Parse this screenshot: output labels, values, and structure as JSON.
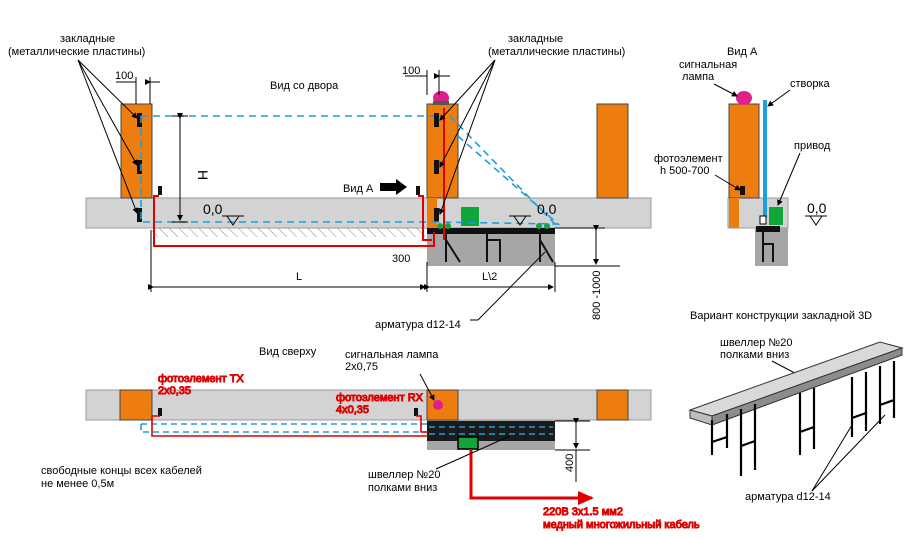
{
  "colors": {
    "pillar": "#ee7d10",
    "pillar_stroke": "#444444",
    "concrete": "#d3d3d3",
    "foundation": "#a6a6a6",
    "cable_blue": "#1aa0e0",
    "cable_red": "#e00000",
    "drive": "#12a53a",
    "lamp": "#e0208a",
    "plate": "#111111",
    "sash": "#1aa0e0"
  },
  "labels": {
    "embedded_left_1": "закладные",
    "embedded_left_2": "(металлические пластины)",
    "embedded_right_1": "закладные",
    "embedded_right_2": "(металлические пластины)",
    "dim_100_left": "100",
    "dim_100_right": "100",
    "view_from_yard": "Вид со двора",
    "H": "H",
    "view_a_arrow": "Вид А",
    "zero_left": "0,0",
    "zero_right": "0,0",
    "dim_300": "300",
    "L": "L",
    "L_half": "L\\2",
    "dim_800_1000": "800 -1000",
    "rebar_main": "арматура d12-14",
    "view_a_title": "Вид А",
    "signal_lamp_1": "сигнальная",
    "signal_lamp_2": "лампа",
    "sash": "створка",
    "photo_1": "фотоэлемент",
    "photo_2": "h 500-700",
    "drive": "привод",
    "zero_a": "0,0",
    "variant_3d": "Вариант конструкции закладной 3D",
    "channel_3d_1": "швеллер №20",
    "channel_3d_2": "полками вниз",
    "rebar_3d": "арматура d12-14",
    "view_top": "Вид сверху",
    "photo_tx_1": "фотоэлемент TX",
    "photo_tx_2": "2x0,35",
    "lamp_top_1": "сигнальная лампа",
    "lamp_top_2": "2x0,75",
    "photo_rx_1": "фотоэлемент RX",
    "photo_rx_2": "4x0,35",
    "dim_400": "400",
    "free_ends_1": "свободные концы всех кабелей",
    "free_ends_2": "не менее 0,5м",
    "channel_top_1": "швеллер №20",
    "channel_top_2": "полками вниз",
    "power_1": "220В 3x1.5 мм2",
    "power_2": "медный многожильный кабель"
  }
}
